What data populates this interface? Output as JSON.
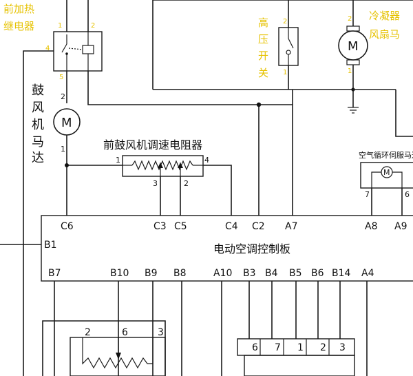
{
  "components": {
    "relay_label_line1": "前加热",
    "relay_label_line2": "继电器",
    "blower_motor_label": [
      "鼓",
      "风",
      "机",
      "马",
      "达"
    ],
    "blower_motor_symbol": "M",
    "resistor_label": "前鼓风机调速电阻器",
    "high_pressure_switch_label": [
      "高",
      "压",
      "开",
      "关"
    ],
    "condenser_fan_label_line1": "冷凝器",
    "condenser_fan_label_line2": "风扇马",
    "condenser_fan_symbol": "M",
    "servo_label": "空气循环伺服马达",
    "servo_symbol": "M",
    "control_board_label": "电动空调控制板"
  },
  "pins": {
    "relay": [
      "1",
      "2",
      "4",
      "5"
    ],
    "blower": [
      "2",
      "1"
    ],
    "resistor": [
      "1",
      "4",
      "3",
      "2"
    ],
    "hp_switch": [
      "2",
      "1"
    ],
    "condenser": [
      "2",
      "1"
    ],
    "servo": [
      "7",
      "6"
    ],
    "board_top": [
      "C6",
      "C3",
      "C5",
      "C4",
      "C2",
      "A7",
      "A8",
      "A9"
    ],
    "board_left": "B1",
    "board_bottom": [
      "B7",
      "B10",
      "B9",
      "B8",
      "A10",
      "B3",
      "B4",
      "B5",
      "B6",
      "B14",
      "A4"
    ],
    "pot": [
      "2",
      "6",
      "3"
    ],
    "connector": [
      "6",
      "7",
      "1",
      "2",
      "3"
    ]
  }
}
